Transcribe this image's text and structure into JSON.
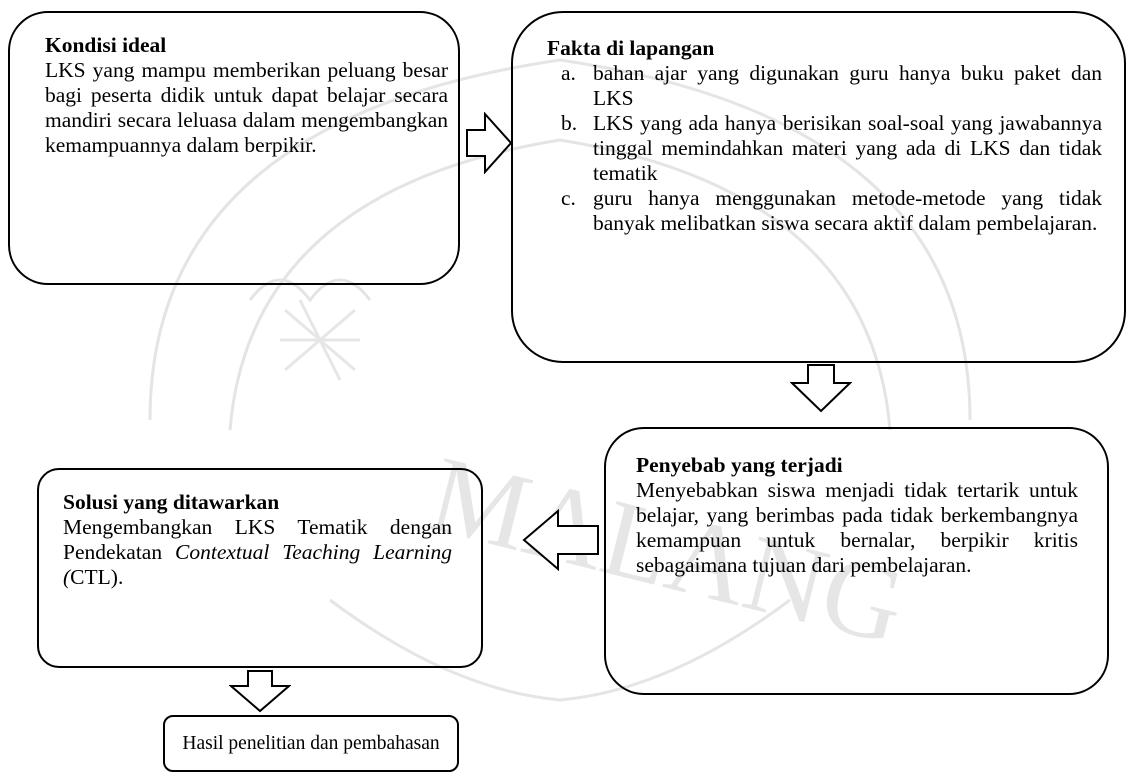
{
  "kondisi": {
    "title": "Kondisi ideal",
    "body": "LKS yang mampu memberikan peluang besar bagi peserta didik untuk dapat belajar secara mandiri secara leluasa dalam mengembangkan kemampuannya dalam berpikir."
  },
  "fakta": {
    "title": "Fakta di lapangan",
    "items": [
      {
        "marker": "a.",
        "text": "bahan ajar yang digunakan guru hanya buku paket dan LKS"
      },
      {
        "marker": "b.",
        "text": "LKS yang ada hanya berisikan soal-soal yang jawabannya tinggal memindahkan materi yang ada di LKS dan tidak tematik"
      },
      {
        "marker": "c.",
        "text": "guru hanya menggunakan metode-metode yang tidak banyak melibatkan siswa secara aktif dalam pembelajaran."
      }
    ]
  },
  "penyebab": {
    "title": "Penyebab yang terjadi",
    "body": "Menyebabkan siswa menjadi tidak tertarik untuk belajar, yang berimbas pada tidak berkembangnya kemampuan untuk bernalar, berpikir kritis sebagaimana tujuan dari pembelajaran."
  },
  "solusi": {
    "title": "Solusi yang ditawarkan",
    "body_prefix": "Mengembangkan LKS Tematik dengan Pendekatan",
    "body_italic": "Contextual Teaching Learning (",
    "body_suffix": "CTL)."
  },
  "hasil": {
    "label": "Hasil penelitian dan pembahasan"
  },
  "watermark": {
    "text": "MALANG",
    "color": "#c9c9c9"
  }
}
